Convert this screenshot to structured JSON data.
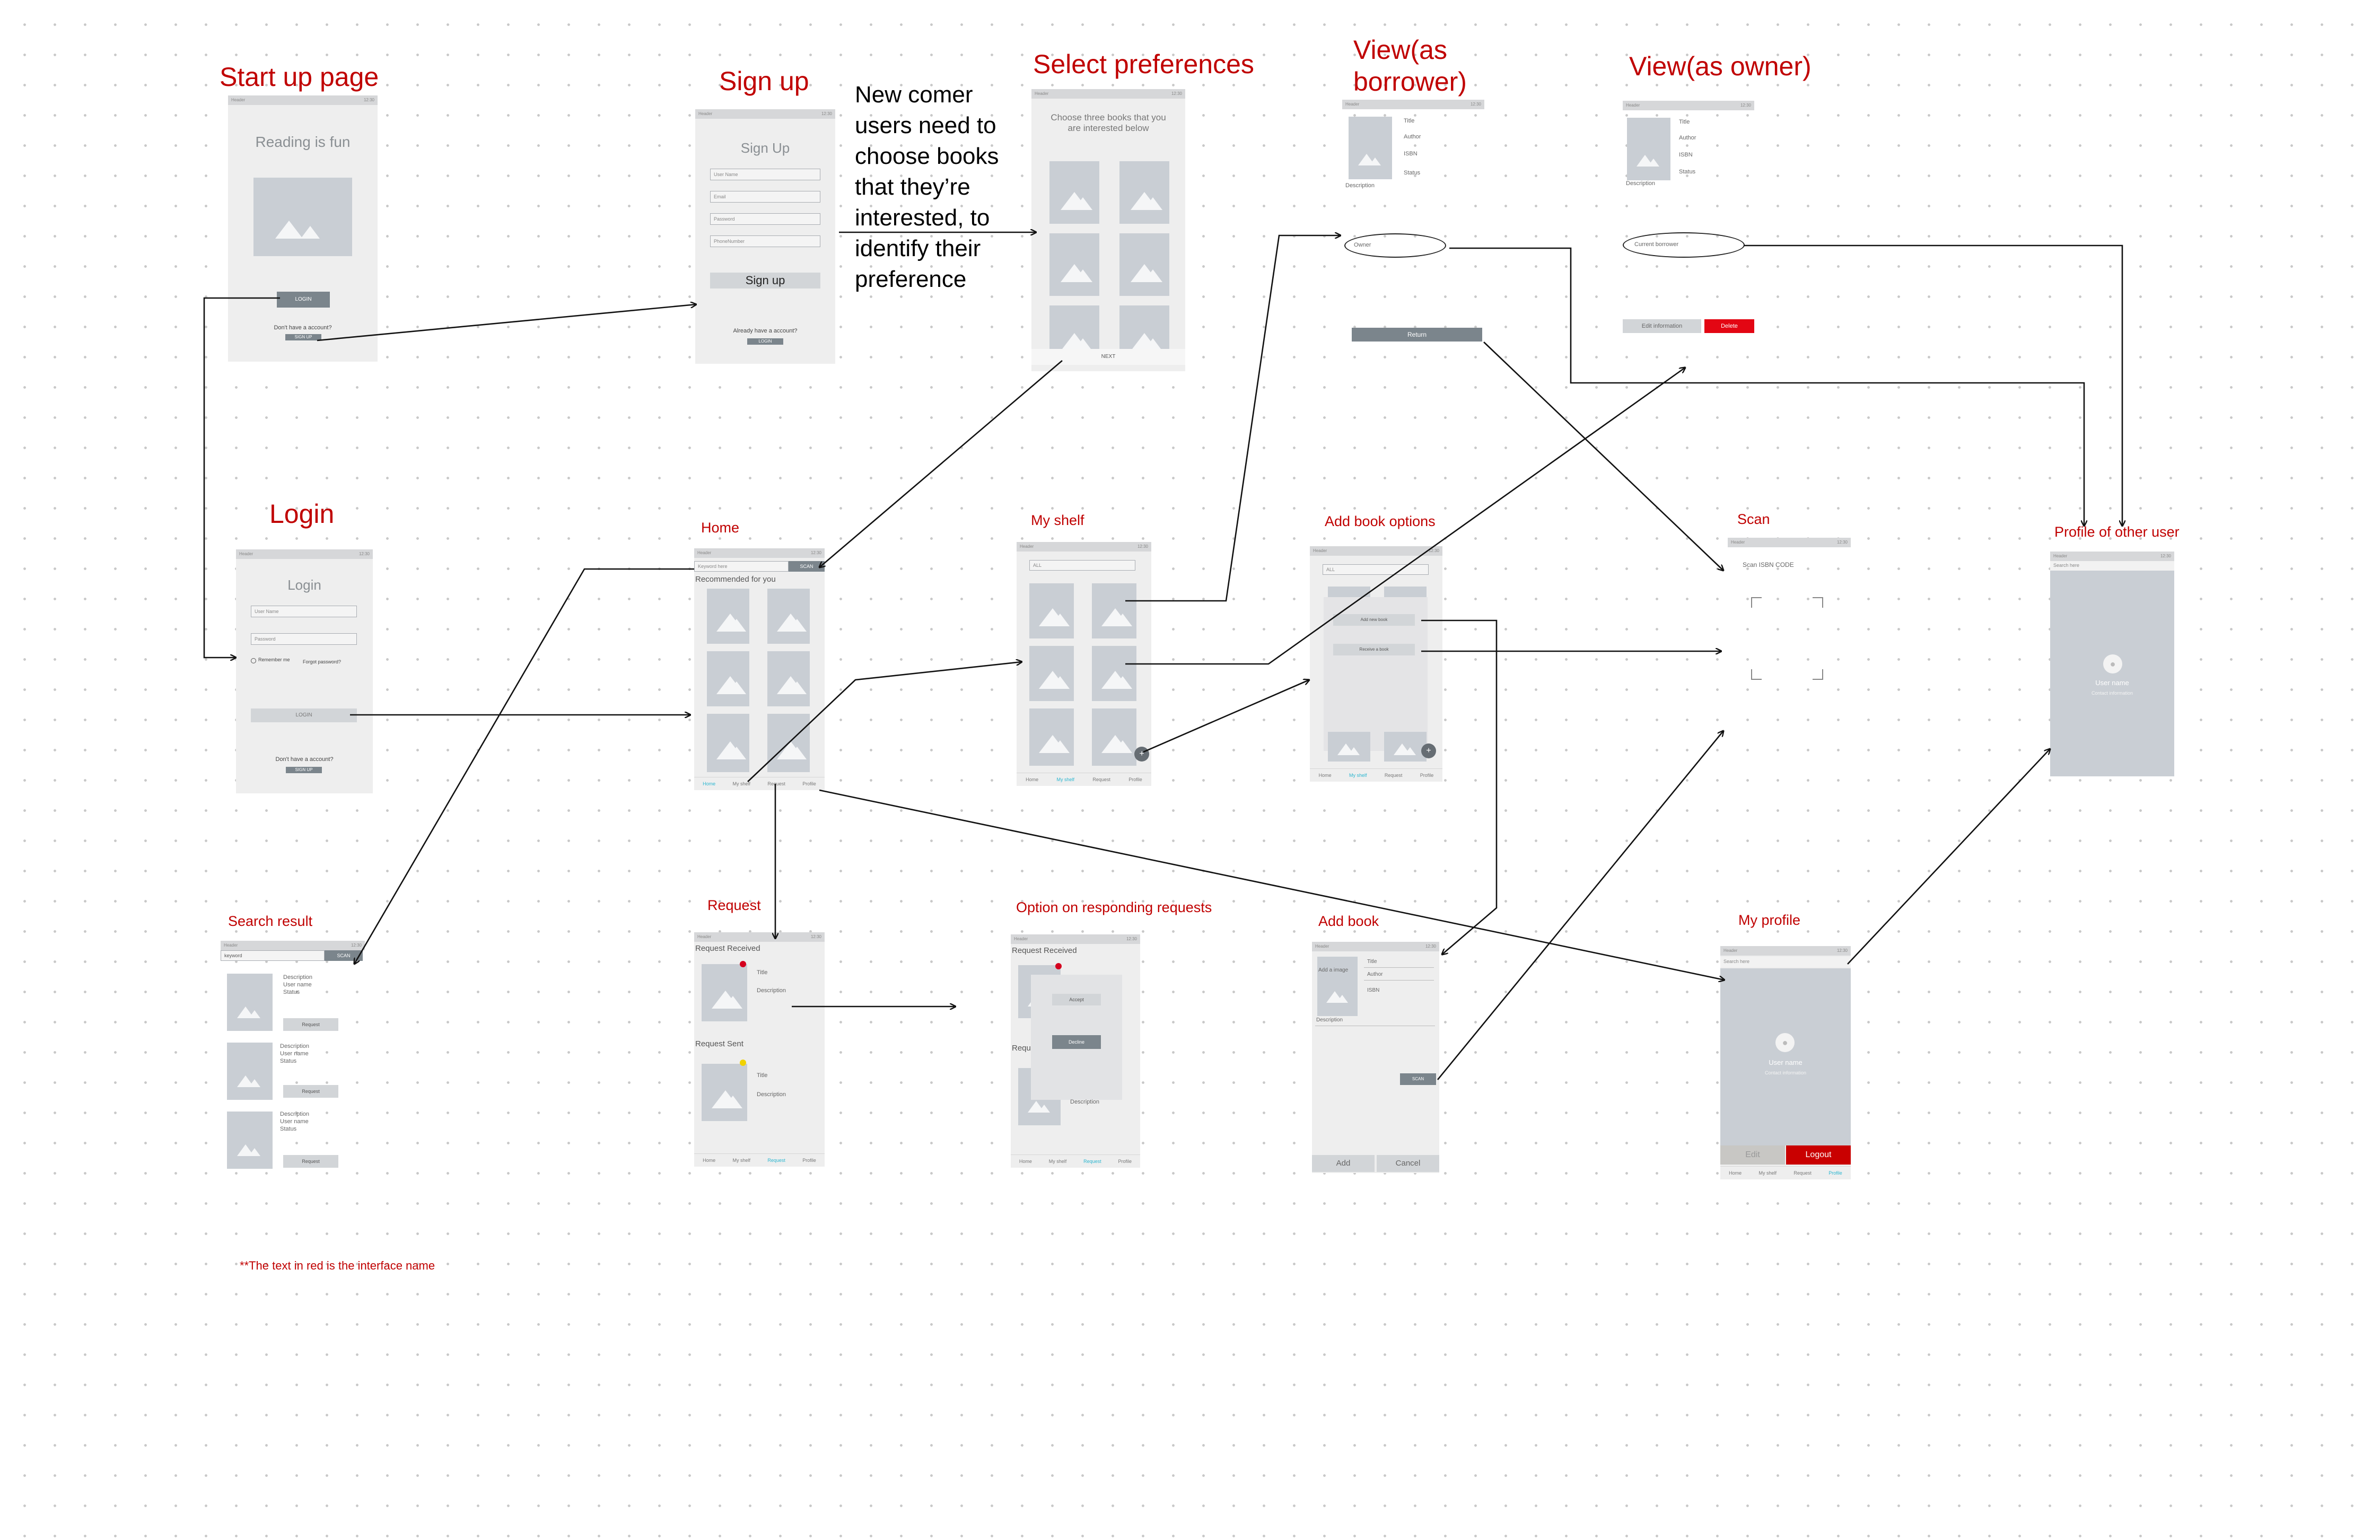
{
  "titles": {
    "startup": "Start up page",
    "signup": "Sign up",
    "prefs": "Select preferences",
    "view_borrower": "View(as\nborrower)",
    "view_owner": "View(as owner)",
    "login": "Login",
    "home": "Home",
    "shelf": "My shelf",
    "add_options": "Add book options",
    "scan": "Scan",
    "other_profile": "Profile of other user",
    "search_result": "Search result",
    "request": "Request",
    "respond": "Option on responding requests",
    "add_book": "Add book",
    "my_profile": "My profile"
  },
  "note": "New comer users need to choose books that they’re interested, to identify their preference",
  "footnote": "**The text in red is the interface name",
  "status": {
    "left": "Header",
    "right": "12:30"
  },
  "startup": {
    "heading": "Reading is fun",
    "login_btn": "LOGIN",
    "no_account": "Don't have a account?",
    "signup_btn": "SIGN UP"
  },
  "signup": {
    "heading": "Sign Up",
    "fields": [
      "User Name",
      "Email",
      "Password",
      "PhoneNumber"
    ],
    "submit": "Sign up",
    "already": "Already have a account?",
    "login_btn": "LOGIN"
  },
  "prefs": {
    "heading": "Choose three books that you are interested below",
    "next": "NEXT"
  },
  "view_borrower": {
    "labels": [
      "Title",
      "Author",
      "ISBN",
      "Status"
    ],
    "description": "Description",
    "owner_pill": "Owner",
    "return_btn": "Return"
  },
  "view_owner": {
    "labels": [
      "Title",
      "Author",
      "ISBN",
      "Status"
    ],
    "description": "Description",
    "borrower_pill": "Current borrower",
    "edit_btn": "Edit information",
    "delete_btn": "Delete"
  },
  "login": {
    "heading": "Login",
    "fields": [
      "User Name",
      "Password"
    ],
    "remember": "Remember me",
    "forgot": "Forgot password?",
    "login_btn": "LOGIN",
    "no_account": "Don't have a account?",
    "signup_btn": "SIGN UP"
  },
  "home": {
    "search_placeholder": "Keyword here",
    "search_btn": "SCAN",
    "recommended": "Recommended for you",
    "tabs": [
      "Home",
      "My shelf",
      "Request",
      "Profile"
    ]
  },
  "shelf": {
    "filter": "ALL",
    "tabs": [
      "Home",
      "My shelf",
      "Request",
      "Profile"
    ]
  },
  "add_options": {
    "filter": "ALL",
    "opt1": "Add new book",
    "opt2": "Receive a book",
    "tabs": [
      "Home",
      "My shelf",
      "Request",
      "Profile"
    ]
  },
  "scan": {
    "heading": "Scan ISBN CODE"
  },
  "other_profile": {
    "search": "Search here",
    "user": "User name",
    "contact": "Contact information"
  },
  "search_result": {
    "keyword": "keyword",
    "btn": "SCAN",
    "items": [
      {
        "lines": [
          "Description",
          "User name",
          "Status"
        ],
        "btn": "Request"
      },
      {
        "lines": [
          "Description",
          "User name",
          "Status"
        ],
        "btn": "Request"
      },
      {
        "lines": [
          "Description",
          "User name",
          "Status"
        ],
        "btn": "Request"
      }
    ]
  },
  "request": {
    "received": "Request Received",
    "sent": "Request Sent",
    "title": "Title",
    "description": "Description",
    "tabs": [
      "Home",
      "My shelf",
      "Request",
      "Profile"
    ]
  },
  "respond": {
    "received": "Request Received",
    "req": "Requ",
    "accept": "Accept",
    "decline": "Decline",
    "description": "Description",
    "tabs": [
      "Home",
      "My shelf",
      "Request",
      "Profile"
    ]
  },
  "add_book": {
    "add_image": "Add a image",
    "labels": [
      "Title",
      "Author",
      "ISBN"
    ],
    "description": "Description",
    "scan_btn": "SCAN",
    "add": "Add",
    "cancel": "Cancel"
  },
  "my_profile": {
    "search": "Search here",
    "user": "User name",
    "contact": "Contact information",
    "edit": "Edit",
    "logout": "Logout",
    "tabs": [
      "Home",
      "My shelf",
      "Request",
      "Profile"
    ]
  },
  "colors": {
    "accent": "#c00000",
    "delete": "#e30613",
    "active_tab": "#2bb6d0"
  }
}
